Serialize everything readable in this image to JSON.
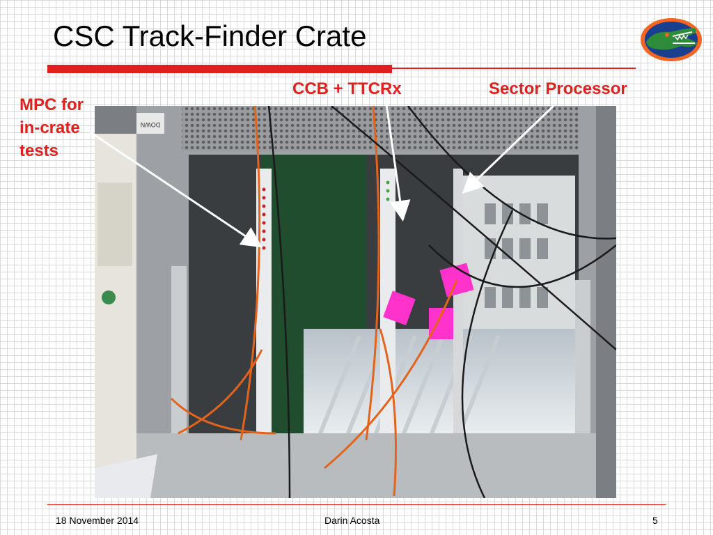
{
  "slide": {
    "title": "CSC Track-Finder Crate",
    "labels": {
      "mpc_line1": "MPC for",
      "mpc_line2": "in-crate",
      "mpc_line3": "tests",
      "ccb": "CCB + TTCRx",
      "sector_processor": "Sector Processor"
    },
    "footer": {
      "date": "18 November 2014",
      "author": "Darin Acosta",
      "page_number": "5"
    },
    "colors": {
      "accent": "#e0201c",
      "logo_orange": "#f26522",
      "logo_blue": "#1a3f8f",
      "logo_green": "#2e8b3a"
    },
    "photo_texts": {
      "down_sticker": "DOWN"
    }
  }
}
